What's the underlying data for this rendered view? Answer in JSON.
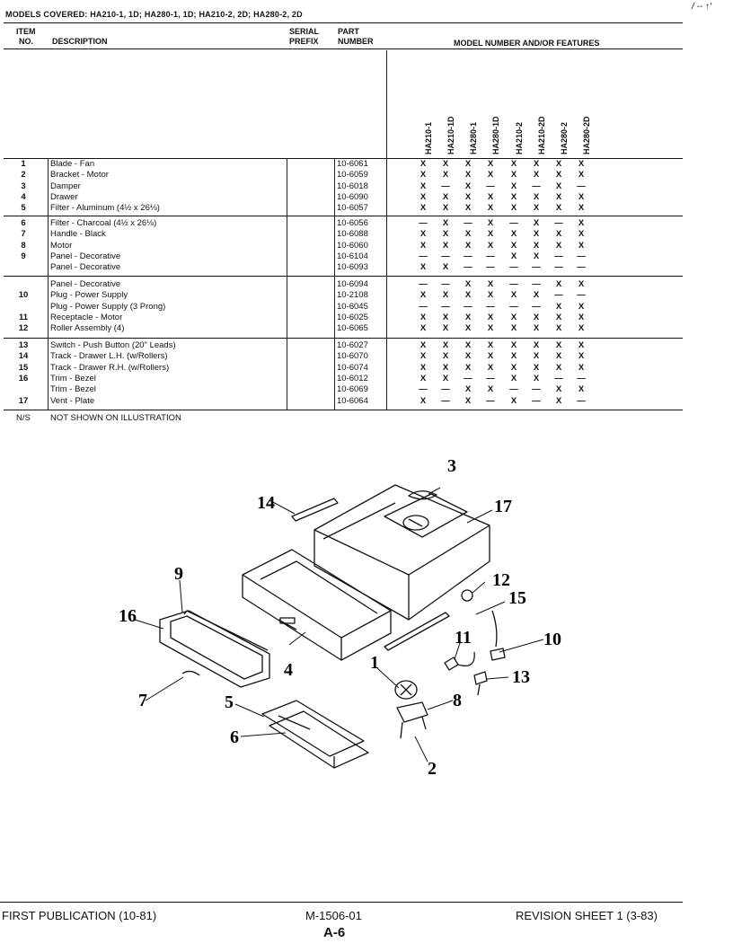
{
  "header": {
    "models_covered": "MODELS COVERED: HA210-1, 1D; HA280-1, 1D; HA210-2, 2D; HA280-2, 2D",
    "corner_mark": "/ -- ↑′",
    "col_item": "ITEM",
    "col_no": "NO.",
    "col_description": "DESCRIPTION",
    "col_serial": "SERIAL",
    "col_prefix": "PREFIX",
    "col_part": "PART",
    "col_number": "NUMBER",
    "col_model": "MODEL NUMBER AND/OR FEATURES"
  },
  "models": [
    "HA210-1",
    "HA210-1D",
    "HA280-1",
    "HA280-1D",
    "HA210-2",
    "HA210-2D",
    "HA280-2",
    "HA280-2D"
  ],
  "groups": [
    [
      {
        "no": "1",
        "desc": "Blade - Fan",
        "part": "10-6061",
        "marks": [
          "X",
          "X",
          "X",
          "X",
          "X",
          "X",
          "X",
          "X"
        ]
      },
      {
        "no": "2",
        "desc": "Bracket - Motor",
        "part": "10-6059",
        "marks": [
          "X",
          "X",
          "X",
          "X",
          "X",
          "X",
          "X",
          "X"
        ]
      },
      {
        "no": "3",
        "desc": "Damper",
        "part": "10-6018",
        "marks": [
          "X",
          "—",
          "X",
          "—",
          "X",
          "—",
          "X",
          "—"
        ]
      },
      {
        "no": "4",
        "desc": "Drawer",
        "part": "10-6090",
        "marks": [
          "X",
          "X",
          "X",
          "X",
          "X",
          "X",
          "X",
          "X"
        ]
      },
      {
        "no": "5",
        "desc": "Filter - Aluminum (4½ x 26⅛)",
        "part": "10-6057",
        "marks": [
          "X",
          "X",
          "X",
          "X",
          "X",
          "X",
          "X",
          "X"
        ]
      }
    ],
    [
      {
        "no": "6",
        "desc": "Filter - Charcoal (4½ x 26⅛)",
        "part": "10-6056",
        "marks": [
          "—",
          "X",
          "—",
          "X",
          "—",
          "X",
          "—",
          "X"
        ]
      },
      {
        "no": "7",
        "desc": "Handle - Black",
        "part": "10-6088",
        "marks": [
          "X",
          "X",
          "X",
          "X",
          "X",
          "X",
          "X",
          "X"
        ]
      },
      {
        "no": "8",
        "desc": "Motor",
        "part": "10-6060",
        "marks": [
          "X",
          "X",
          "X",
          "X",
          "X",
          "X",
          "X",
          "X"
        ]
      },
      {
        "no": "9",
        "desc": "Panel - Decorative",
        "part": "10-6104",
        "marks": [
          "—",
          "—",
          "—",
          "—",
          "X",
          "X",
          "—",
          "—"
        ]
      },
      {
        "no": "",
        "desc": "Panel - Decorative",
        "part": "10-6093",
        "marks": [
          "X",
          "X",
          "—",
          "—",
          "—",
          "—",
          "—",
          "—"
        ]
      }
    ],
    [
      {
        "no": "",
        "desc": "Panel - Decorative",
        "part": "10-6094",
        "marks": [
          "—",
          "—",
          "X",
          "X",
          "—",
          "—",
          "X",
          "X"
        ]
      },
      {
        "no": "10",
        "desc": "Plug - Power Supply",
        "part": "10-2108",
        "marks": [
          "X",
          "X",
          "X",
          "X",
          "X",
          "X",
          "—",
          "—"
        ]
      },
      {
        "no": "",
        "desc": "Plug - Power Supply (3 Prong)",
        "part": "10-6045",
        "marks": [
          "—",
          "—",
          "—",
          "—",
          "—",
          "—",
          "X",
          "X"
        ]
      },
      {
        "no": "11",
        "desc": "Receptacle - Motor",
        "part": "10-6025",
        "marks": [
          "X",
          "X",
          "X",
          "X",
          "X",
          "X",
          "X",
          "X"
        ]
      },
      {
        "no": "12",
        "desc": "Roller Assembly (4)",
        "part": "10-6065",
        "marks": [
          "X",
          "X",
          "X",
          "X",
          "X",
          "X",
          "X",
          "X"
        ]
      }
    ],
    [
      {
        "no": "13",
        "desc": "Switch - Push Button (20\" Leads)",
        "part": "10-6027",
        "marks": [
          "X",
          "X",
          "X",
          "X",
          "X",
          "X",
          "X",
          "X"
        ]
      },
      {
        "no": "14",
        "desc": "Track - Drawer L.H. (w/Rollers)",
        "part": "10-6070",
        "marks": [
          "X",
          "X",
          "X",
          "X",
          "X",
          "X",
          "X",
          "X"
        ]
      },
      {
        "no": "15",
        "desc": "Track - Drawer R.H. (w/Rollers)",
        "part": "10-6074",
        "marks": [
          "X",
          "X",
          "X",
          "X",
          "X",
          "X",
          "X",
          "X"
        ]
      },
      {
        "no": "16",
        "desc": "Trim - Bezel",
        "part": "10-6012",
        "marks": [
          "X",
          "X",
          "—",
          "—",
          "X",
          "X",
          "—",
          "—"
        ]
      },
      {
        "no": "",
        "desc": "Trim - Bezel",
        "part": "10-6069",
        "marks": [
          "—",
          "—",
          "X",
          "X",
          "—",
          "—",
          "X",
          "X"
        ]
      },
      {
        "no": "17",
        "desc": "Vent - Plate",
        "part": "10-6064",
        "marks": [
          "X",
          "—",
          "X",
          "—",
          "X",
          "—",
          "X",
          "—"
        ]
      }
    ]
  ],
  "note": {
    "code": "N/S",
    "text": "NOT SHOWN ON ILLUSTRATION"
  },
  "callouts": {
    "c1": "1",
    "c2": "2",
    "c3": "3",
    "c4": "4",
    "c5": "5",
    "c6": "6",
    "c7": "7",
    "c8": "8",
    "c9": "9",
    "c10": "10",
    "c11": "11",
    "c12": "12",
    "c13": "13",
    "c14": "14",
    "c15": "15",
    "c16": "16",
    "c17": "17"
  },
  "footer": {
    "left": "FIRST PUBLICATION (10-81)",
    "center": "M-1506-01",
    "right": "REVISION SHEET 1 (3-83)",
    "page": "A-6"
  }
}
